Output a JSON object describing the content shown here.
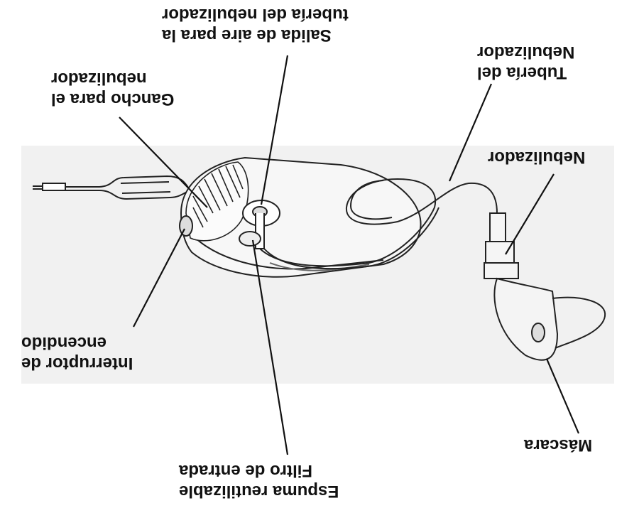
{
  "labels": {
    "nebulizer_hook": [
      "Gancho para el",
      "nebulizador"
    ],
    "air_outlet": [
      "Salida de aire para la",
      "tubería del nebulizador"
    ],
    "nebulizer_tubing": [
      "Tubería del",
      "Nebulizador"
    ],
    "nebulizer": [
      "Nebulizador"
    ],
    "power_switch": [
      "Interruptor de",
      "encendido"
    ],
    "filter": [
      "Espuma reutilizable",
      "Filtro de entrada"
    ],
    "mask": [
      "Máscara"
    ]
  }
}
